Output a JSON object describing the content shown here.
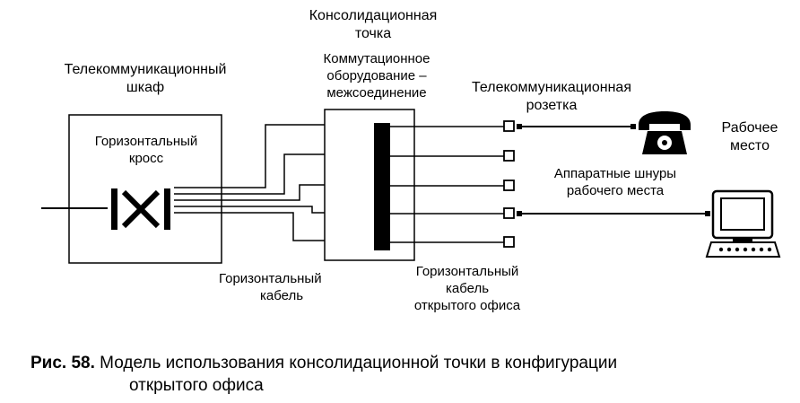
{
  "labels": {
    "consolidation_point_1": "Консолидационная",
    "consolidation_point_2": "точка",
    "telecom_cabinet_1": "Телекоммуникационный",
    "telecom_cabinet_2": "шкаф",
    "switching_equipment_1": "Коммутационное",
    "switching_equipment_2": "оборудование –",
    "switching_equipment_3": "межсоединение",
    "outlet_1": "Телекоммуникационная",
    "outlet_2": "розетка",
    "workplace_1": "Рабочее",
    "workplace_2": "место",
    "horizontal_cross_1": "Горизонтальный",
    "horizontal_cross_2": "кросс",
    "patch_cords_1": "Аппаратные шнуры",
    "patch_cords_2": "рабочего места",
    "horizontal_cable_1": "Горизонтальный",
    "horizontal_cable_2": "кабель",
    "open_office_cable_1": "Горизонтальный",
    "open_office_cable_2": "кабель",
    "open_office_cable_3": "открытого офиса"
  },
  "cross_symbol": "|X|",
  "caption": {
    "number": "Рис. 58.",
    "text_line1": "Модель использования консолидационной точки в конфигурации",
    "text_line2": "открытого офиса"
  },
  "colors": {
    "ink": "#000000",
    "background": "#ffffff"
  }
}
